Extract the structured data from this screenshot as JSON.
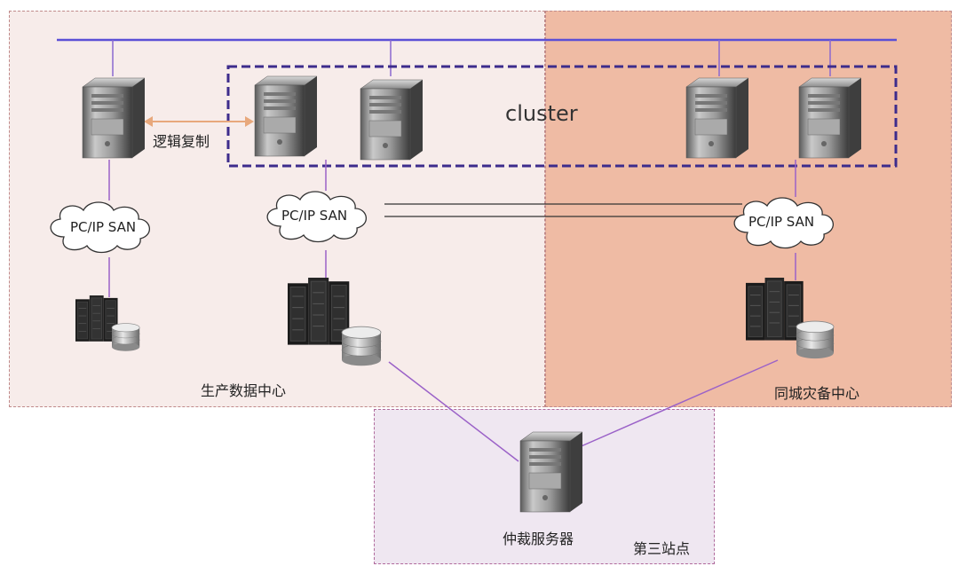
{
  "zones": {
    "production": "生产数据中心",
    "disaster_recovery": "同城灾备中心",
    "third_site": "第三站点"
  },
  "cluster_label": "cluster",
  "replication_label": "逻辑复制",
  "arbitration_server_label": "仲裁服务器",
  "san_clouds": [
    "PC/IP SAN",
    "PC/IP SAN",
    "PC/IP SAN"
  ],
  "colors": {
    "production_zone": "#f7ecea",
    "dr_zone": "#efbba4",
    "third_zone": "#efe7f1",
    "network_bus": "#5b4fd6",
    "cluster_border": "#3d2c8c",
    "replication_arrow": "#e8a87c",
    "link": "#9b62c8"
  },
  "icons": [
    "server-icon",
    "storage-array-icon",
    "disk-stack-icon",
    "cloud-icon"
  ]
}
